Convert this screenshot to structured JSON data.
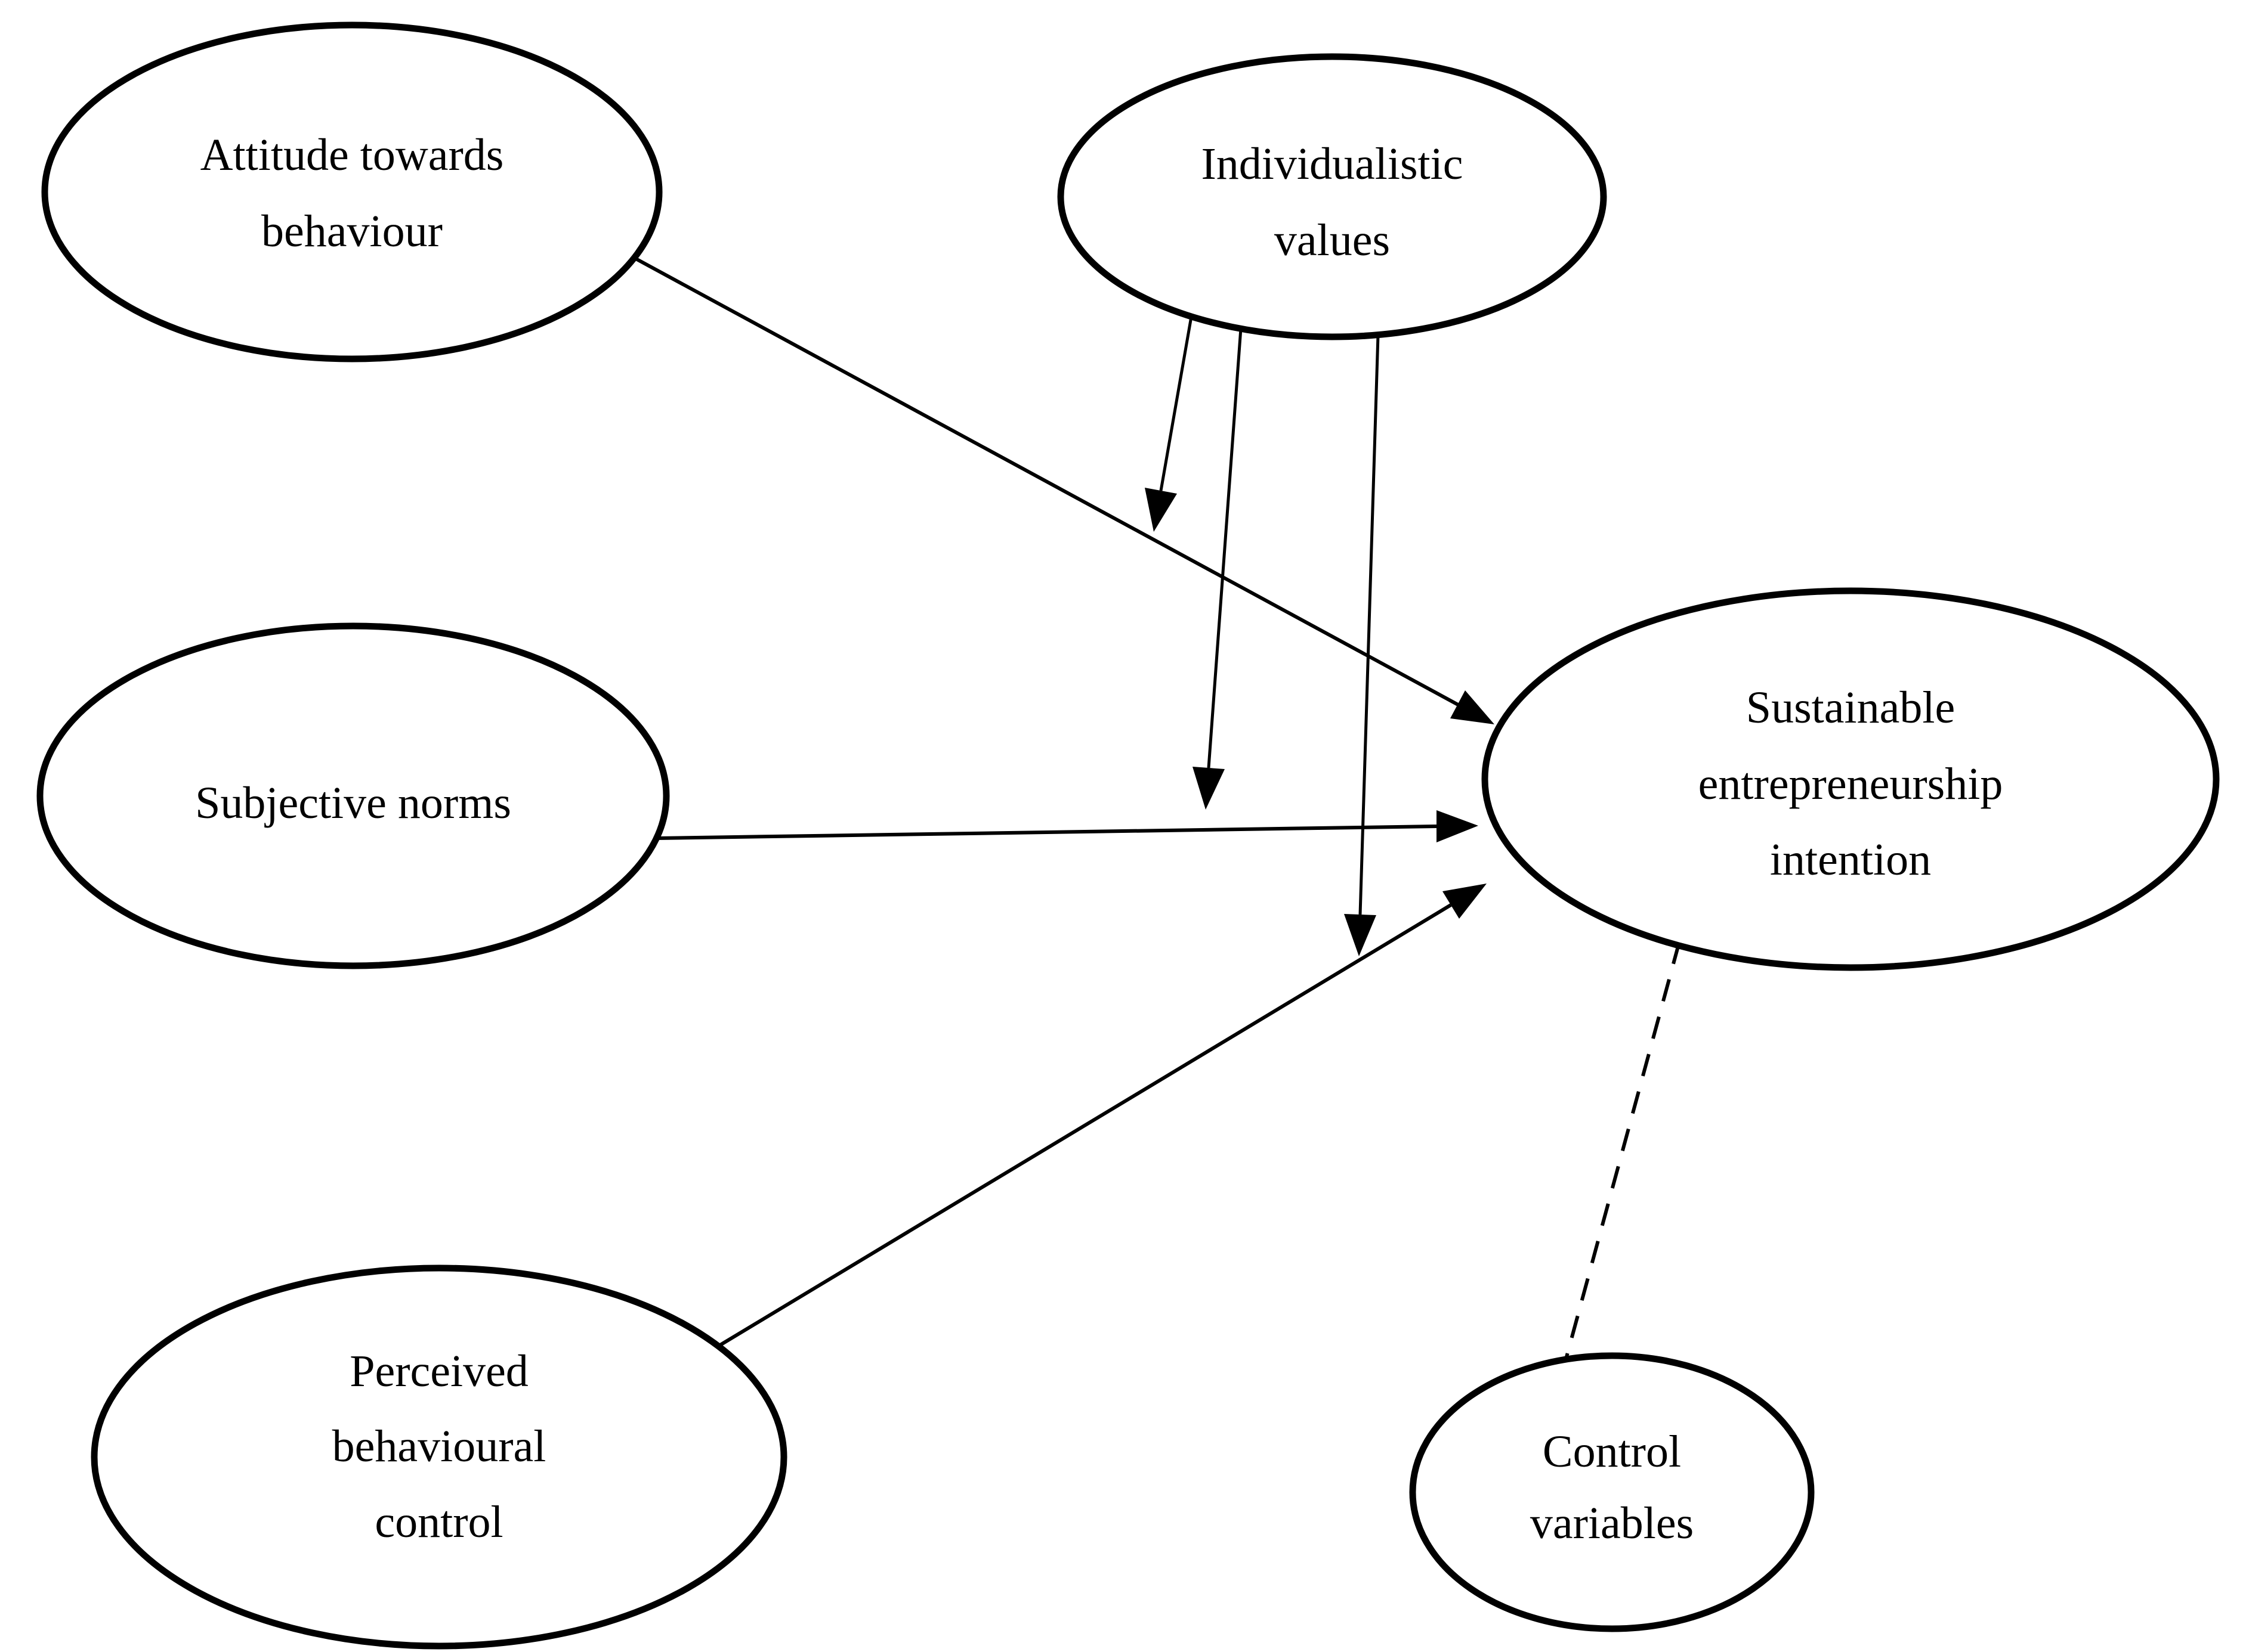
{
  "diagram": {
    "type": "conceptual-model",
    "background_color": "#ffffff",
    "ink_color": "#000000",
    "nodes": {
      "attitude": {
        "lines": [
          "Attitude towards",
          "behaviour"
        ]
      },
      "individualistic_values": {
        "lines": [
          "Individualistic",
          "values"
        ]
      },
      "subjective_norms": {
        "lines": [
          "Subjective norms"
        ]
      },
      "perceived_behavioural_control": {
        "lines": [
          "Perceived",
          "behavioural",
          "control"
        ]
      },
      "sustainable_entrepreneurship_intention": {
        "lines": [
          "Sustainable",
          "entrepreneurship",
          "intention"
        ]
      },
      "control_variables": {
        "lines": [
          "Control",
          "variables"
        ]
      }
    },
    "edges": [
      {
        "from": "attitude",
        "to": "sustainable_entrepreneurship_intention",
        "style": "solid",
        "arrowhead": true
      },
      {
        "from": "subjective_norms",
        "to": "sustainable_entrepreneurship_intention",
        "style": "solid",
        "arrowhead": true
      },
      {
        "from": "perceived_behavioural_control",
        "to": "sustainable_entrepreneurship_intention",
        "style": "solid",
        "arrowhead": true
      },
      {
        "from": "individualistic_values",
        "to": "arrow_attitude_to_intention",
        "style": "solid",
        "arrowhead": true,
        "role": "moderation"
      },
      {
        "from": "individualistic_values",
        "to": "arrow_subjective_norms_to_intention",
        "style": "solid",
        "arrowhead": true,
        "role": "moderation"
      },
      {
        "from": "individualistic_values",
        "to": "arrow_perceived_behavioural_control_to_intention",
        "style": "solid",
        "arrowhead": true,
        "role": "moderation"
      },
      {
        "from": "control_variables",
        "to": "sustainable_entrepreneurship_intention",
        "style": "dashed",
        "arrowhead": false
      }
    ]
  }
}
